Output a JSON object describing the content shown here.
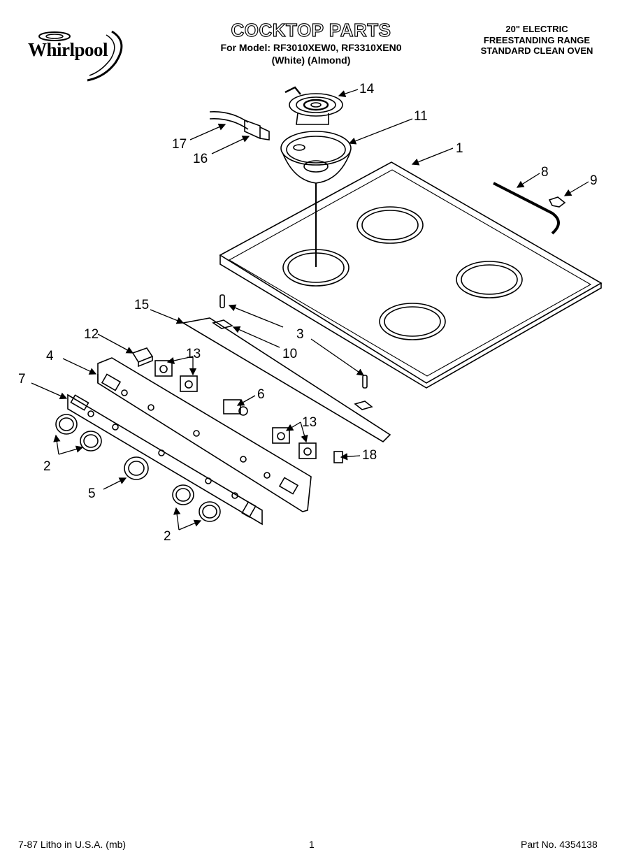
{
  "header": {
    "brand": "Whirlpool",
    "title": "COCKTOP PARTS",
    "model_line": "For Model: RF3010XEW0, RF3310XEN0",
    "variant_line": "(White)    (Almond)",
    "spec_lines": [
      "20\" ELECTRIC",
      "FREESTANDING RANGE",
      "STANDARD CLEAN OVEN"
    ]
  },
  "callouts": [
    "14",
    "11",
    "17",
    "16",
    "1",
    "8",
    "9",
    "15",
    "3",
    "12",
    "10",
    "4",
    "13",
    "7",
    "6",
    "13",
    "18",
    "2",
    "5",
    "2"
  ],
  "footer": {
    "litho": "7-87 Litho in U.S.A. (mb)",
    "page": "1",
    "part_no": "Part No. 4354138"
  },
  "icons": [
    "whirlpool-logo-icon"
  ]
}
